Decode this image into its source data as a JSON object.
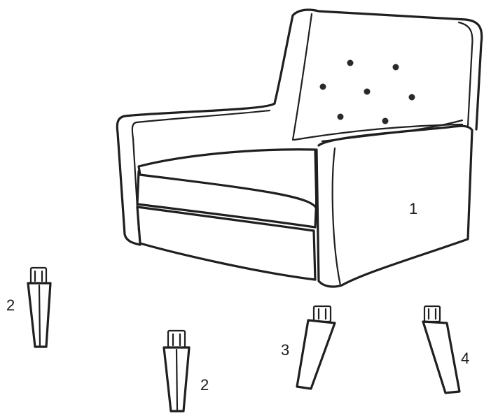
{
  "figure": {
    "callouts": [
      {
        "id": "armchair",
        "number": "1"
      },
      {
        "id": "leg-left",
        "number": "2"
      },
      {
        "id": "leg-center",
        "number": "2"
      },
      {
        "id": "leg-front-left",
        "number": "3"
      },
      {
        "id": "leg-front-right",
        "number": "4"
      }
    ]
  }
}
